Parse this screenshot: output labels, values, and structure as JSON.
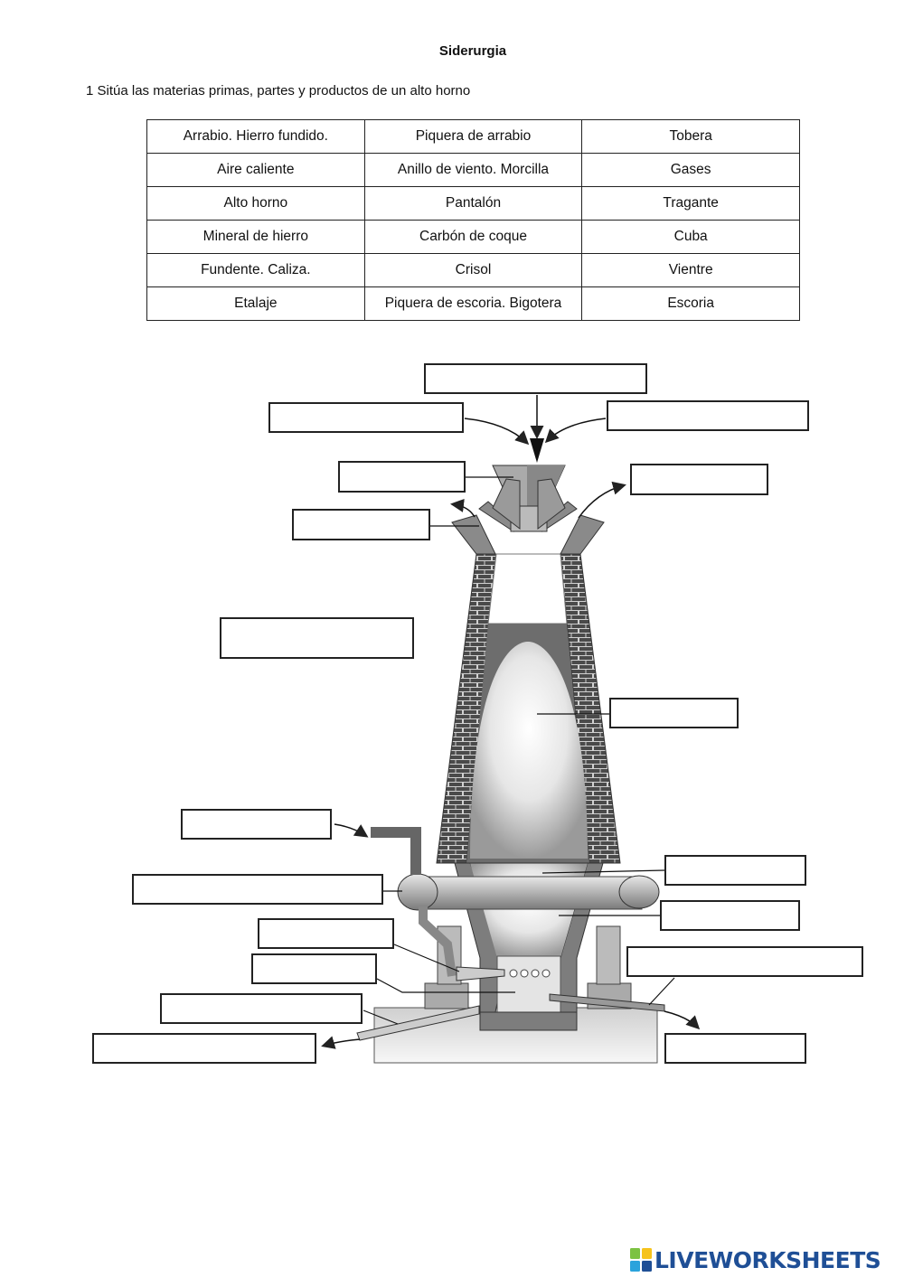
{
  "title": "Siderurgia",
  "instruction": "1 Sitúa las materias primas, partes y productos de un alto horno",
  "table": {
    "rows": [
      [
        "Arrabio. Hierro fundido.",
        "Piquera de arrabio",
        "Tobera"
      ],
      [
        "Aire caliente",
        "Anillo de viento. Morcilla",
        "Gases"
      ],
      [
        "Alto horno",
        "Pantalón",
        "Tragante"
      ],
      [
        "Mineral de hierro",
        "Carbón de coque",
        "Cuba"
      ],
      [
        "Fundente. Caliza.",
        "Crisol",
        "Vientre"
      ],
      [
        "Etalaje",
        "Piquera de escoria. Bigotera",
        "Escoria"
      ]
    ]
  },
  "answer_boxes": [
    {
      "id": "answer-box-top",
      "value": ""
    },
    {
      "id": "answer-box-top-left",
      "value": ""
    },
    {
      "id": "answer-box-top-right",
      "value": ""
    },
    {
      "id": "answer-box-hopper",
      "value": ""
    },
    {
      "id": "answer-box-gases-right",
      "value": ""
    },
    {
      "id": "answer-box-gases-left",
      "value": ""
    },
    {
      "id": "answer-box-furnace",
      "value": ""
    },
    {
      "id": "answer-box-shaft",
      "value": ""
    },
    {
      "id": "answer-box-hot-air",
      "value": ""
    },
    {
      "id": "answer-box-belly",
      "value": ""
    },
    {
      "id": "answer-box-bustle-pipe",
      "value": ""
    },
    {
      "id": "answer-box-bosh",
      "value": ""
    },
    {
      "id": "answer-box-tuyere",
      "value": ""
    },
    {
      "id": "answer-box-slag-notch",
      "value": ""
    },
    {
      "id": "answer-box-hearth",
      "value": ""
    },
    {
      "id": "answer-box-iron-notch",
      "value": ""
    },
    {
      "id": "answer-box-iron-product",
      "value": ""
    },
    {
      "id": "answer-box-slag-product",
      "value": ""
    }
  ],
  "logo": {
    "text": "LIVEWORKSHEETS",
    "colors": {
      "text": "#1f4f96",
      "mark_green": "#7cc242",
      "mark_yellow": "#f6c31c",
      "mark_blue": "#2aa3dc"
    }
  }
}
